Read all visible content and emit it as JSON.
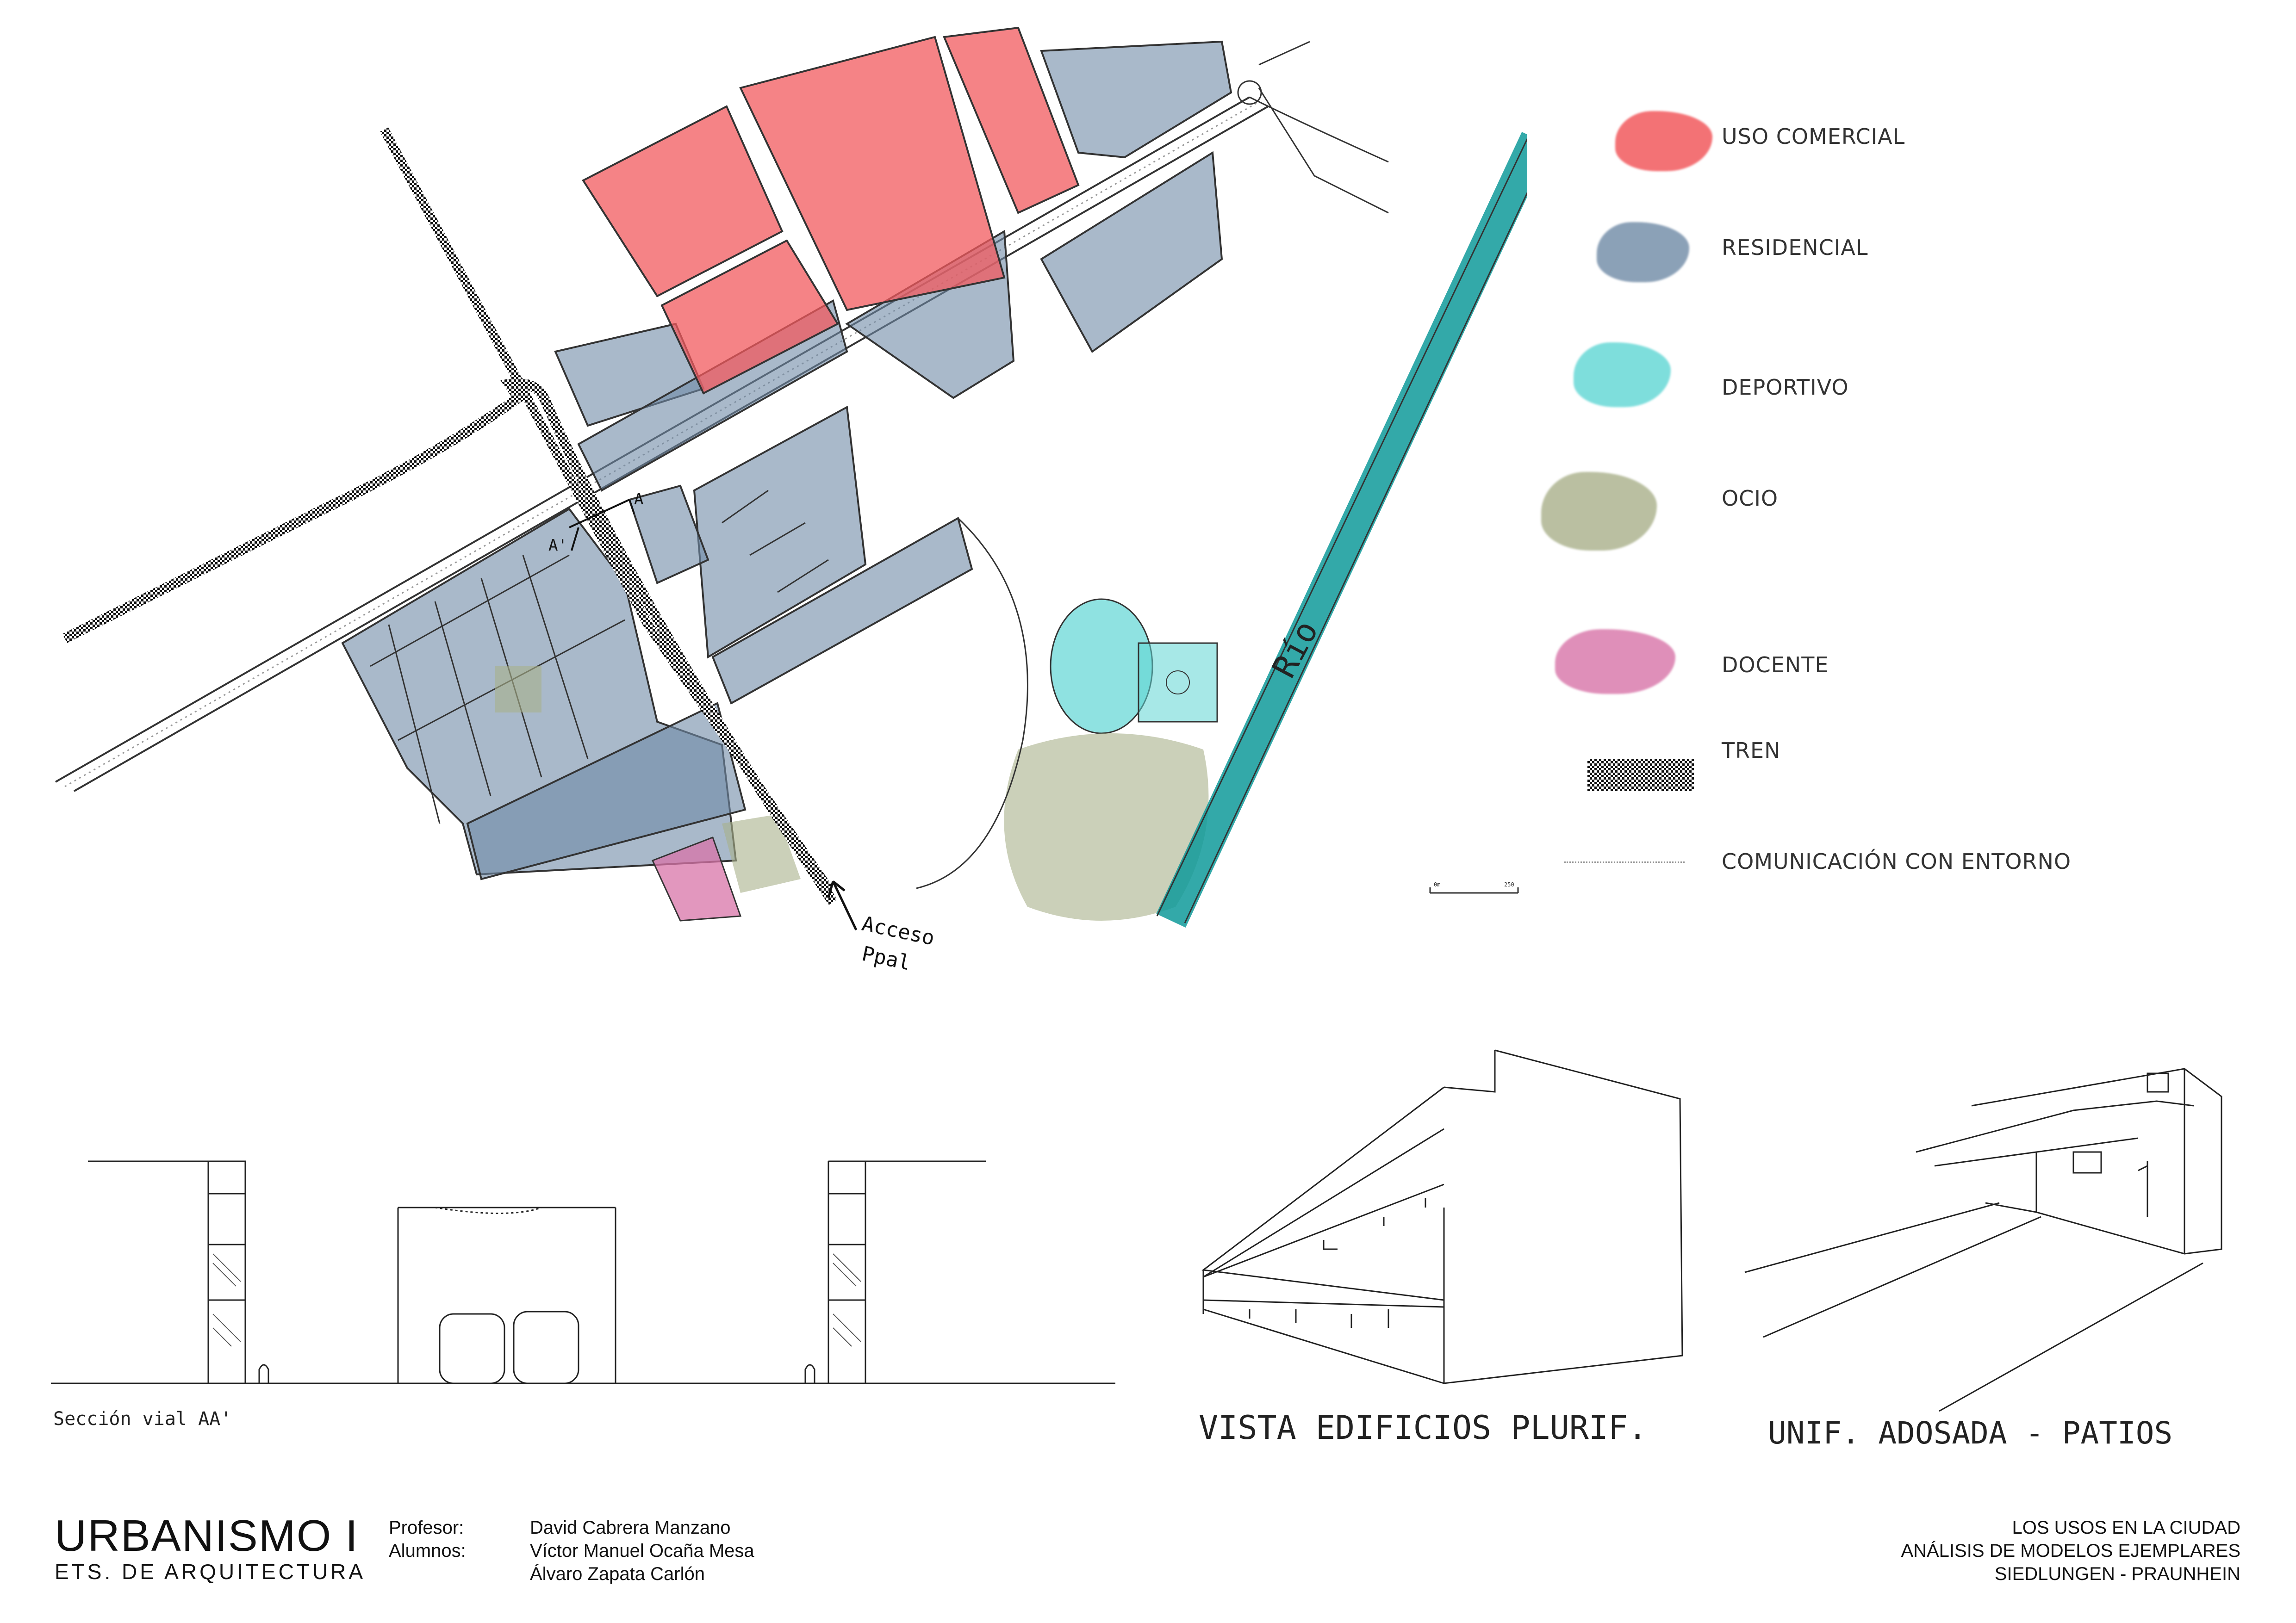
{
  "legend": {
    "items": [
      {
        "label": "USO COMERCIAL",
        "color": "#f25a5e"
      },
      {
        "label": "RESIDENCIAL",
        "color": "#6f8aa6"
      },
      {
        "label": "DEPORTIVO",
        "color": "#5fd6d4"
      },
      {
        "label": "OCIO",
        "color": "#a9b08a"
      },
      {
        "label": "DOCENTE",
        "color": "#d874a8"
      },
      {
        "label": "TREN",
        "color": "#222222"
      },
      {
        "label": "COMUNICACIÓN CON ENTORNO",
        "color": "#999999"
      }
    ]
  },
  "map": {
    "river_label": "Río",
    "access_label_1": "Acceso",
    "access_label_2": "Ppal",
    "section_mark": "A",
    "section_mark_prime": "A'",
    "scale_left": "0m",
    "scale_right": "250"
  },
  "sketches": {
    "section_caption": "Sección vial AA'",
    "view1_caption": "VISTA EDIFICIOS PLURIF.",
    "view2_caption": "UNIF. ADOSADA - PATIOS"
  },
  "footer": {
    "title": "URBANISMO I",
    "subtitle": "ETS. DE ARQUITECTURA",
    "professor_label": "Profesor:",
    "professor_name": "David Cabrera Manzano",
    "students_label": "Alumnos:",
    "student_1": "Víctor Manuel Ocaña Mesa",
    "student_2": "Álvaro Zapata Carlón",
    "info_1": "LOS USOS EN LA CIUDAD",
    "info_2": "ANÁLISIS DE  MODELOS EJEMPLARES",
    "info_3": "SIEDLUNGEN - PRAUNHEIN"
  }
}
